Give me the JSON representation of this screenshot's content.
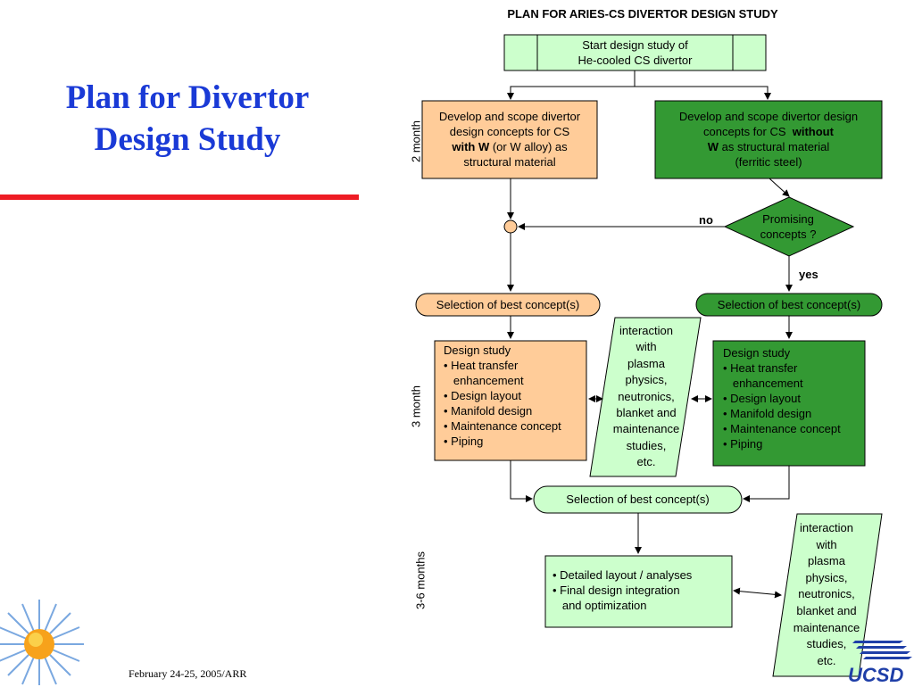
{
  "slide": {
    "title_line1": "Plan for Divertor",
    "title_line2": "Design Study",
    "footer": "February 24-25, 2005/ARR"
  },
  "diagram": {
    "title": "PLAN FOR ARIES-CS DIVERTOR DESIGN STUDY",
    "start": {
      "line1": "Start design study of",
      "line2": "He-cooled CS divertor"
    },
    "w_concept": {
      "line1": "Develop and scope divertor",
      "line2": "design concepts for CS",
      "line3_bold": "with W",
      "line3_rest": " (or W alloy) as",
      "line4": "structural material"
    },
    "steel_concept": {
      "line1": "Develop and scope divertor design",
      "line2_start": "concepts for CS  ",
      "line2_bold": "without",
      "line3_bold": "W",
      "line3_rest": " as structural material",
      "line4": "(ferritic steel)"
    },
    "decision": {
      "line1": "Promising",
      "line2": "concepts ?",
      "no": "no",
      "yes": "yes"
    },
    "selection_left": "Selection of best concept(s)",
    "selection_right": "Selection of best concept(s)",
    "selection_bottom": "Selection of best concept(s)",
    "design_study_left": {
      "heading": "Design study",
      "items": [
        "• Heat transfer",
        "   enhancement",
        "• Design layout",
        "• Manifold design",
        "• Maintenance concept",
        "• Piping"
      ]
    },
    "design_study_right": {
      "heading": "Design study",
      "items": [
        "• Heat transfer",
        "   enhancement",
        "• Design layout",
        "• Manifold design",
        "• Maintenance concept",
        "• Piping"
      ]
    },
    "interaction_top": [
      "interaction",
      "with",
      "plasma",
      "physics,",
      "neutronics,",
      "blanket and",
      "maintenance",
      "studies,",
      "etc."
    ],
    "interaction_bottom": [
      "interaction",
      "with",
      "plasma",
      "physics,",
      "neutronics,",
      "blanket and",
      "maintenance",
      "studies,",
      "etc."
    ],
    "final": [
      "• Detailed layout / analyses",
      "• Final design integration",
      "   and optimization"
    ],
    "durations": {
      "phase1": "2 month",
      "phase2": "3 month",
      "phase3": "3-6 months"
    },
    "colors": {
      "light_green": "#ccffcc",
      "dark_green": "#339933",
      "orange": "#ffcc99",
      "title_blue": "#1a3ad6",
      "rule_red": "#ee1c24"
    }
  },
  "logos": {
    "ucsd": "UCSD",
    "left_logo": "sun-logo-icon"
  }
}
